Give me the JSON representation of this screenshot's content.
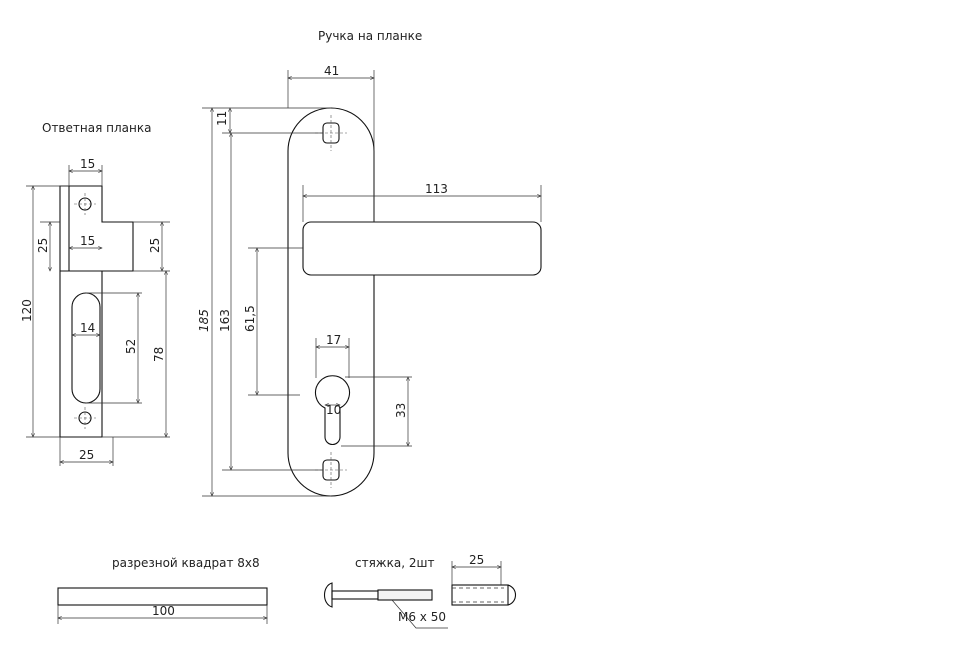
{
  "titles": {
    "handle_on_plate": "Ручка на планке",
    "strike_plate": "Ответная планка",
    "split_spindle": "разрезной квадрат 8x8",
    "tie_bolt": "стяжка, 2шт"
  },
  "dimensions": {
    "handle": {
      "plate_width": "41",
      "lever_length": "113",
      "top_offset": "11",
      "total_height": "185",
      "hole_spacing": "163",
      "lever_to_cylinder": "61,5",
      "cylinder_width": "17",
      "cylinder_height": "33",
      "cylinder_slot": "10"
    },
    "strike": {
      "top_tab_width": "15",
      "inner_width": "15",
      "tab_height_left": "25",
      "tab_height_right": "25",
      "total_height": "120",
      "slot_width": "14",
      "slot_height": "52",
      "depth": "78",
      "base_width": "25"
    },
    "spindle": {
      "length": "100"
    },
    "tie_bolt": {
      "length": "25",
      "thread": "M6 x 50"
    }
  }
}
